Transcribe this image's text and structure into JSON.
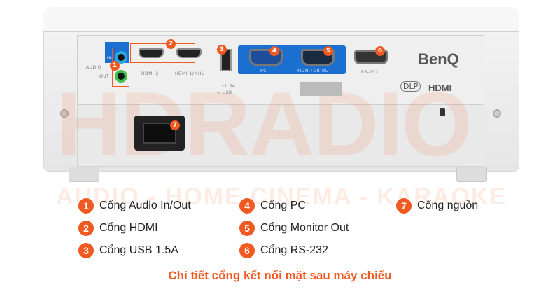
{
  "device": {
    "brand": "BenQ",
    "labels": {
      "audio": "AUDIO",
      "in": "IN",
      "out": "OUT",
      "hdmi2": "HDMI 2",
      "hdmi1": "HDMI 1/MHL",
      "usb_power": "⚡1.5A",
      "usb": "USB",
      "pc": "PC",
      "monitor_out": "MONITOR OUT",
      "rs232": "RS-232",
      "dlp": "DLP",
      "hdmi_logo": "HDMI"
    },
    "port_numbers": [
      "1",
      "2",
      "3",
      "4",
      "5",
      "6",
      "7"
    ]
  },
  "watermark": {
    "logo": "HDRADIO",
    "tagline": "AUDIO - HOME CINEMA - KARAOKE"
  },
  "legend": [
    {
      "num": "1",
      "label": "Cổng Audio In/Out"
    },
    {
      "num": "2",
      "label": "Cổng HDMI"
    },
    {
      "num": "3",
      "label": "Cổng USB 1.5A"
    },
    {
      "num": "4",
      "label": "Cổng PC"
    },
    {
      "num": "5",
      "label": "Cổng Monitor Out"
    },
    {
      "num": "6",
      "label": "Cổng RS-232"
    },
    {
      "num": "7",
      "label": "Cổng nguồn"
    }
  ],
  "caption": "Chi tiết cổng kết nối mặt sau máy chiếu",
  "colors": {
    "accent": "#f05a22",
    "panel_blue": "#1a6fd0"
  }
}
